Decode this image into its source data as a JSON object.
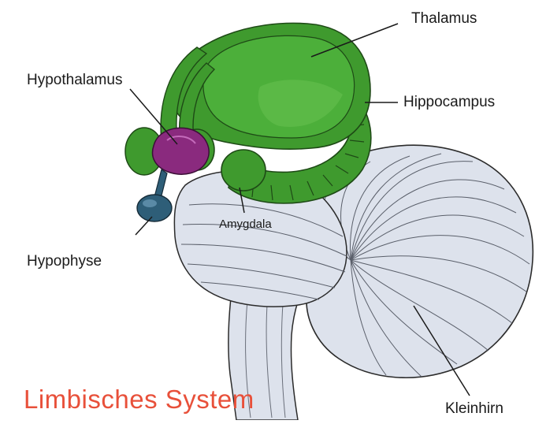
{
  "diagram": {
    "title": "Limbisches System",
    "labels": {
      "thalamus": "Thalamus",
      "hippocampus": "Hippocampus",
      "hypothalamus": "Hypothalamus",
      "amygdala": "Amygdala",
      "hypophyse": "Hypophyse",
      "kleinhirn": "Kleinhirn"
    },
    "colors": {
      "limbic_green": "#3f9a2e",
      "limbic_dark_green": "#2c7a20",
      "hypothalamus_purple": "#8a2a7e",
      "pituitary_blue": "#2e5e78",
      "brain_gray": "#dde2ec",
      "outline": "#2b2b2b",
      "title_red": "#e8503a"
    }
  }
}
